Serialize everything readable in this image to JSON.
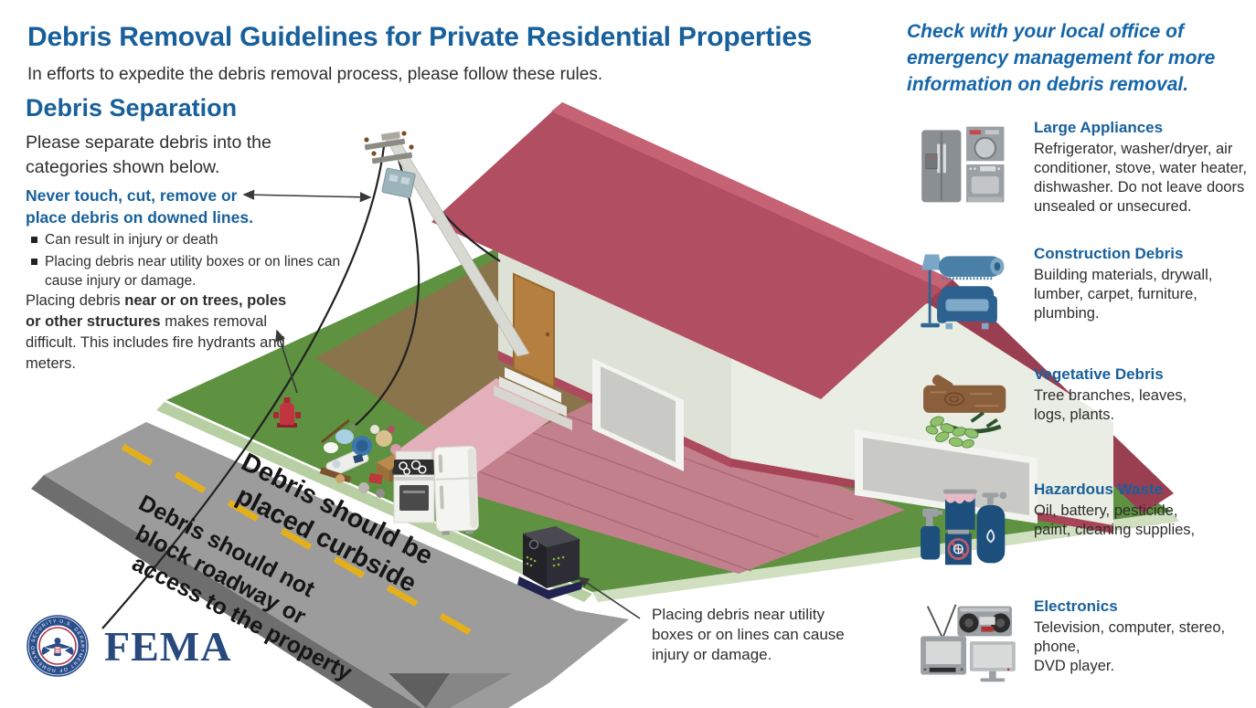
{
  "header": {
    "title": "Debris Removal Guidelines for Private Residential Properties",
    "subtitle": "In efforts to expedite the debris removal process, please follow these rules."
  },
  "debris_separation": {
    "title": "Debris Separation",
    "intro_lines": [
      "Please separate debris into the",
      "categories shown below."
    ],
    "downed_lines": {
      "heading_lines": [
        "Never touch, cut, remove or",
        "place debris on downed lines."
      ],
      "bullet1_lines": [
        "Can result in injury or death"
      ],
      "bullet2_lines": [
        "Placing debris near utility boxes or on lines can",
        "cause injury or damage."
      ]
    },
    "structures_note": {
      "line1_normal": "Placing debris ",
      "line1_bold": "near or on trees, poles",
      "line2_bold": "or other structures",
      "line2_normal": " makes removal",
      "line3": "difficult. This includes fire hydrants and",
      "line4": "meters."
    }
  },
  "scene": {
    "road_text_1_lines": [
      "Debris should be",
      "placed curbside"
    ],
    "road_text_2_lines": [
      "Debris should not",
      "block roadway or",
      "access to the property"
    ],
    "utility_callout_lines": [
      "Placing debris near utility",
      "boxes or on lines can cause",
      "injury or damage."
    ]
  },
  "sidebar": {
    "note_lines": [
      "Check with your local office of",
      "emergency management for more",
      "information on debris removal."
    ],
    "categories": [
      {
        "label": "Large Appliances",
        "desc_lines": [
          "Refrigerator, washer/dryer, air",
          "conditioner, stove, water heater,",
          "dishwasher. Do not leave doors",
          "unsealed or unsecured."
        ]
      },
      {
        "label": "Construction Debris",
        "desc_lines": [
          "Building materials, drywall,",
          "lumber, carpet, furniture,",
          "plumbing."
        ]
      },
      {
        "label": "Vegetative Debris",
        "desc_lines": [
          "Tree branches, leaves,",
          "logs, plants."
        ]
      },
      {
        "label": "Hazardous Waste",
        "desc_lines": [
          "Oil, battery, pesticide,",
          "paint, cleaning supplies,"
        ]
      },
      {
        "label": "Electronics",
        "desc_lines": [
          "Television, computer, stereo, phone,",
          "DVD player."
        ]
      }
    ]
  },
  "footer": {
    "wordmark": "FEMA",
    "seal_text": "U.S. DEPARTMENT OF HOMELAND SECURITY"
  },
  "colors": {
    "accent_blue": "#18609B",
    "sidebar_blue": "#1566A8",
    "fema_navy": "#27497E",
    "text_dark": "#2E2E2E",
    "roof_red": "#B24E61",
    "wall_cream": "#DDE1D6",
    "trim_crimson": "#AD4A5E",
    "lawn_green": "#5E9140",
    "curb_green": "#B7CFA2",
    "dirt_brown": "#8A744B",
    "driveway_rose": "#C2808D",
    "walkway_pink": "#E2AFBB",
    "road_gray": "#9C9C9C",
    "dash_yellow": "#E3B01C",
    "hydrant_red": "#C23440"
  }
}
